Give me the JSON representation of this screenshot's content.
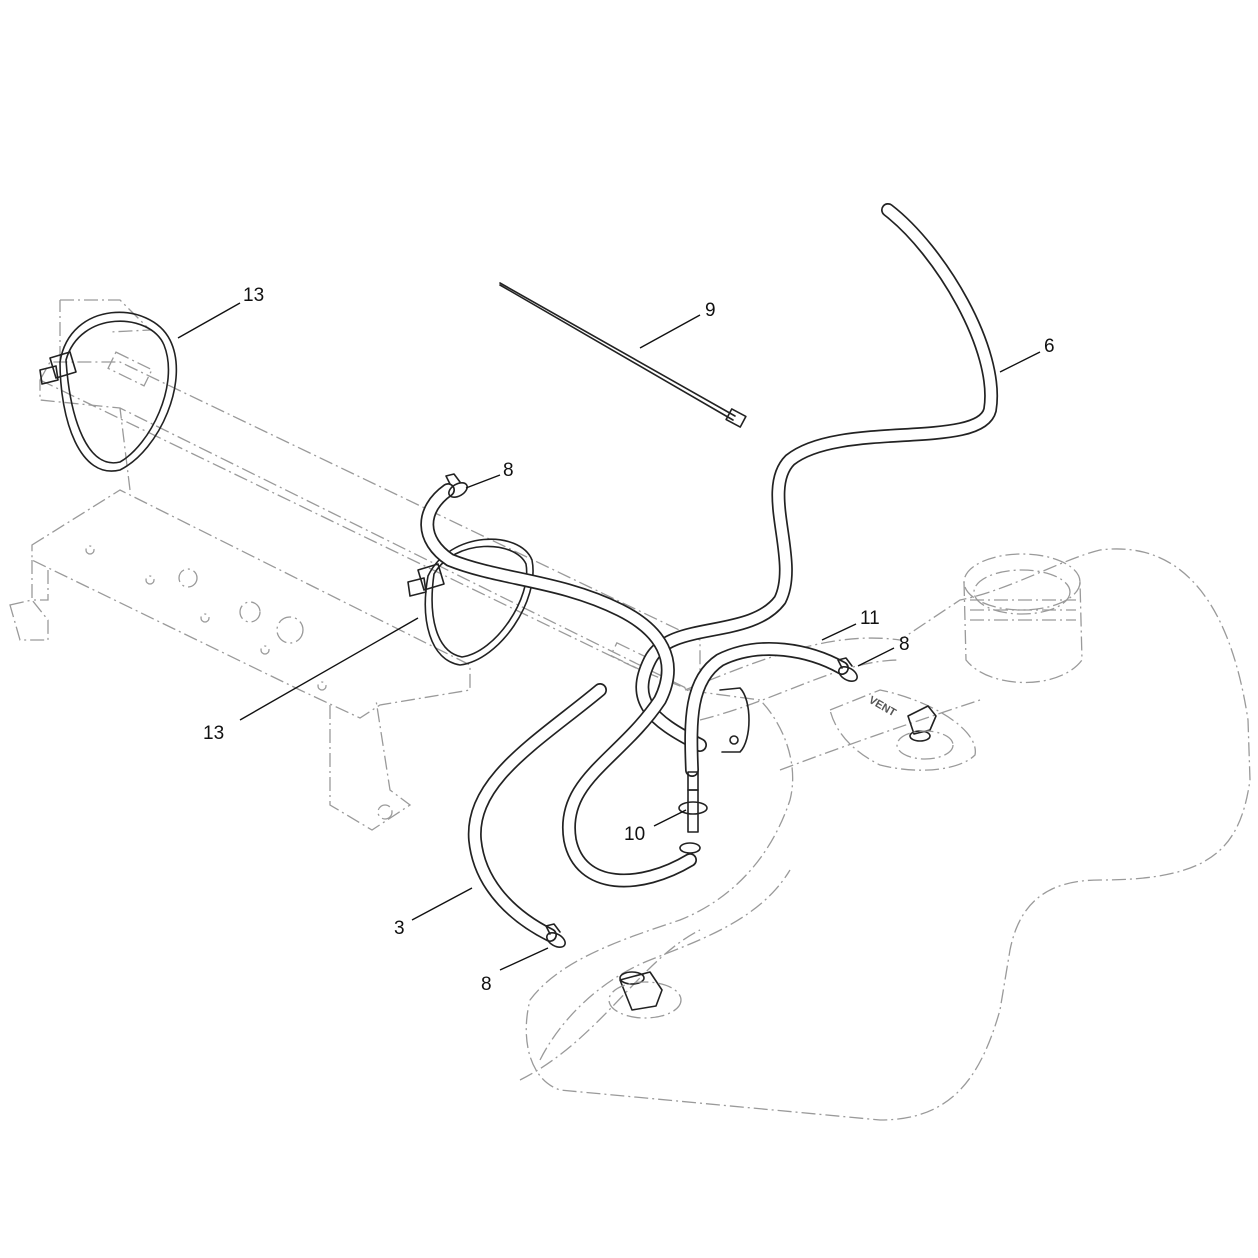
{
  "callouts": {
    "tie_strap_top": "13",
    "cable_tie": "9",
    "vent_hose_long": "6",
    "clamp_top": "8",
    "hose_short": "11",
    "clamp_right": "8",
    "tie_strap_mid": "13",
    "connector": "10",
    "hose_lower": "3",
    "clamp_bottom": "8"
  },
  "tank_label": "VENT"
}
